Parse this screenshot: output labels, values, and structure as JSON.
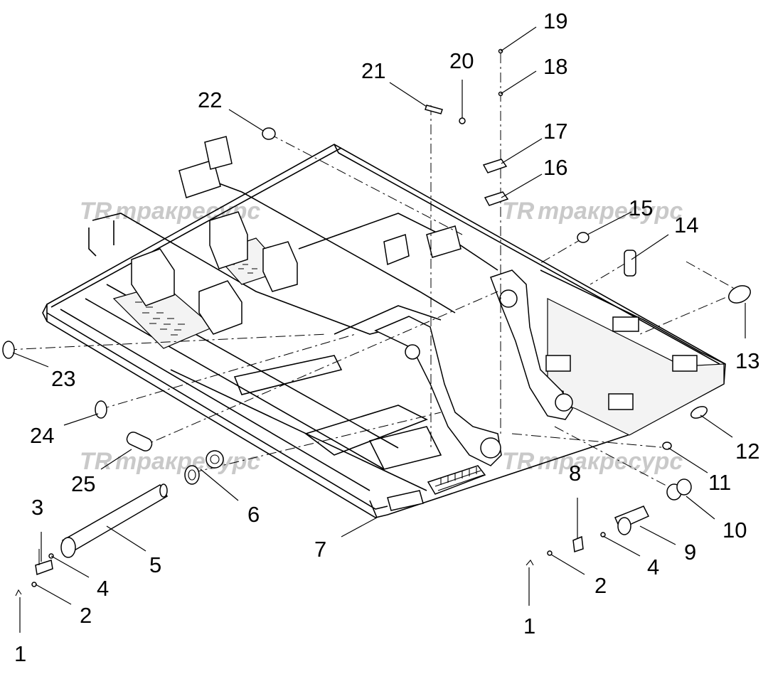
{
  "watermarks": [
    {
      "id": "wm-1",
      "logo": "TR",
      "text": "тракресурс"
    },
    {
      "id": "wm-2",
      "logo": "TR",
      "text": "тракресурс"
    },
    {
      "id": "wm-3",
      "logo": "TR",
      "text": "тракресурс"
    },
    {
      "id": "wm-4",
      "logo": "TR",
      "text": "тракресурс"
    }
  ],
  "callouts": {
    "c1a": "1",
    "c1b": "1",
    "c2a": "2",
    "c2b": "2",
    "c3": "3",
    "c4a": "4",
    "c4b": "4",
    "c5": "5",
    "c6": "6",
    "c7": "7",
    "c8": "8",
    "c9": "9",
    "c10": "10",
    "c11": "11",
    "c12": "12",
    "c13": "13",
    "c14": "14",
    "c15": "15",
    "c16": "16",
    "c17": "17",
    "c18": "18",
    "c19": "19",
    "c20": "20",
    "c21": "21",
    "c22": "22",
    "c23": "23",
    "c24": "24",
    "c25": "25"
  },
  "colors": {
    "line": "#000000",
    "watermark": "#c9c9c9",
    "background": "#ffffff"
  }
}
